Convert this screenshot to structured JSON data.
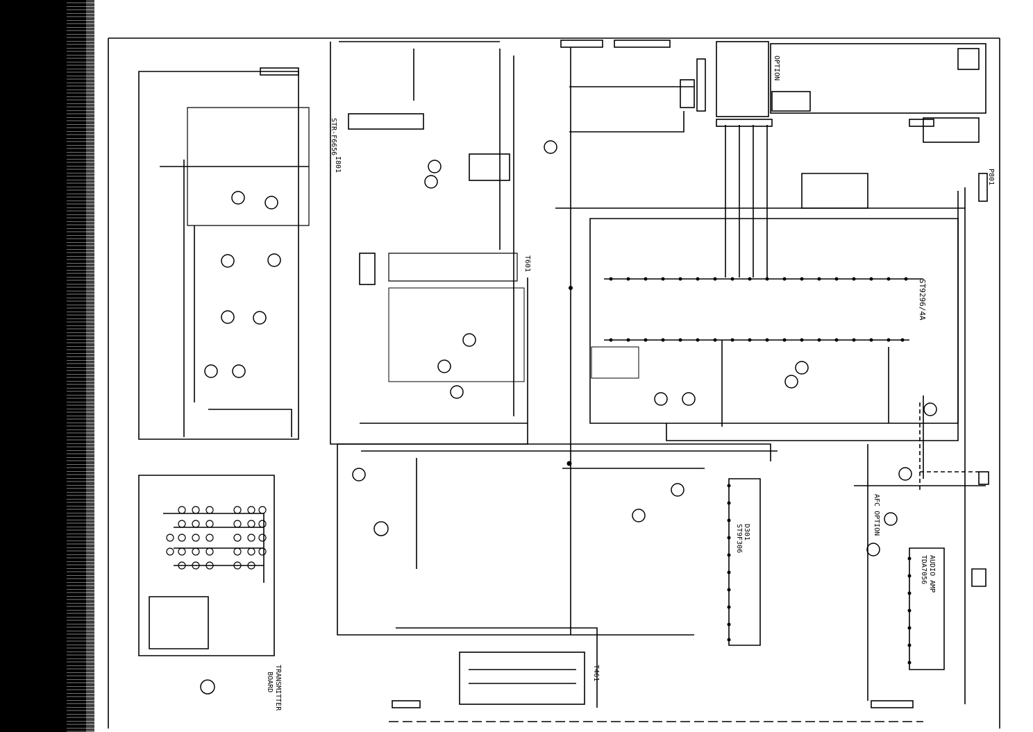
{
  "labels": {
    "ic_power": "STR-F6656",
    "ic_power_ref": "I801",
    "transformer_flyback": "T601",
    "ic_main": "ST9296/4A",
    "ic_vertical": "ST9F306",
    "ic_vertical_ref": "D301",
    "transformer_h": "T461",
    "option_box": "OPTION",
    "audio_box": "AUDIO AMP",
    "audio_box_2": "TDA7056",
    "transmitter_label": "TRANSMITTER",
    "transmitter_label_2": "BOARD",
    "connector_p": "P801",
    "afc_label": "AFC OPTION"
  }
}
